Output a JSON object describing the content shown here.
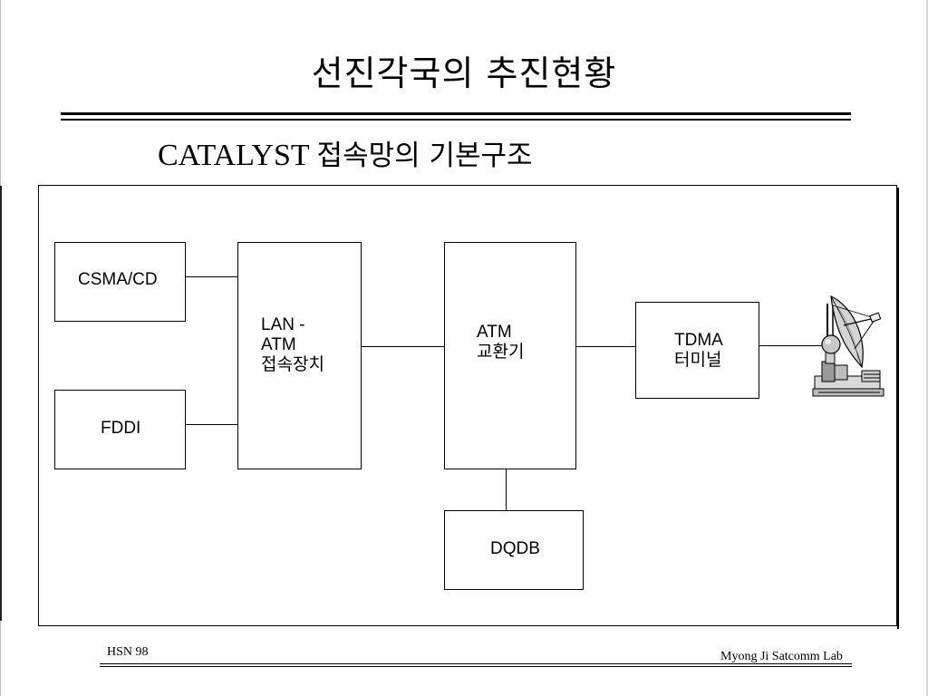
{
  "title": "선진각국의 추진현황",
  "subtitle": {
    "latin": "CATALYST",
    "korean": "접속망의 기본구조"
  },
  "diagram": {
    "csma": "CSMA/CD",
    "fddi": "FDDI",
    "lan_atm": [
      "LAN -",
      "ATM",
      "접속장치"
    ],
    "atm_switch": [
      "ATM",
      "교환기"
    ],
    "tdma": [
      "TDMA",
      "터미널"
    ],
    "dqdb": "DQDB",
    "dish_icon": "satellite-dish-icon"
  },
  "footer": {
    "left": "HSN 98",
    "right": "Myong Ji Satcomm Lab"
  }
}
